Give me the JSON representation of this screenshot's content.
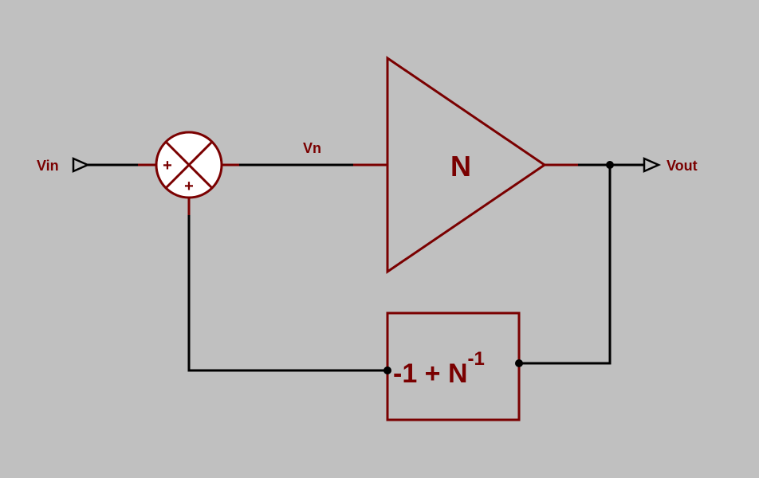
{
  "diagram": {
    "input_label": "Vin",
    "output_label": "Vout",
    "node_label": "Vn",
    "amplifier_label": "N",
    "summer_sign_top": "+",
    "summer_sign_bottom": "+",
    "feedback_main": "-1 + N",
    "feedback_exponent": "-1"
  },
  "colors": {
    "background": "#c0c0c0",
    "component": "#7a0000",
    "wire": "#000000",
    "summer_fill": "#ffffff"
  }
}
